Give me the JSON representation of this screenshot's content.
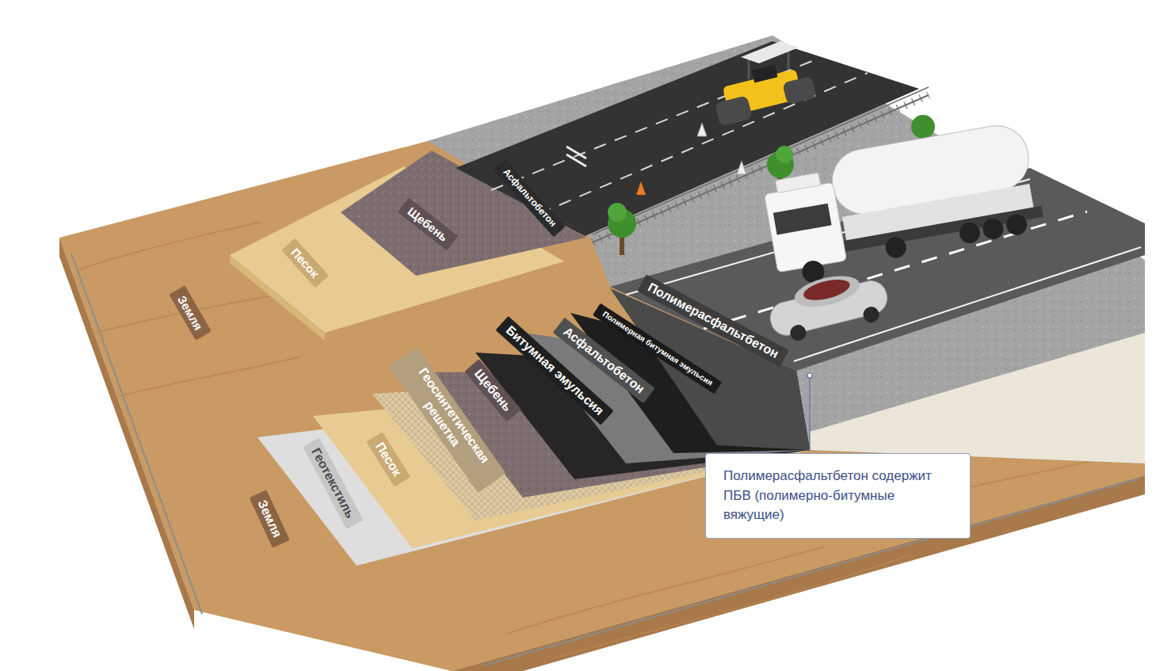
{
  "diagram": {
    "nodes": [
      {
        "text": [
          "Полимерасфальтбетон содержит ПБВ (полимерно-битумные вяжущие)"
        ]
      }
    ],
    "labels": [
      "Земля",
      "Песок",
      "Щебень",
      "Асфальтобетон",
      "Земля",
      "Геотекстиль",
      "Песок",
      "Геосинтетическая решетка",
      "Щебень",
      "Битумная эмульсия",
      "Асфальтобетон",
      "Полимерная битумная эмульсия",
      "Полимерасфальтбетон"
    ]
  }
}
